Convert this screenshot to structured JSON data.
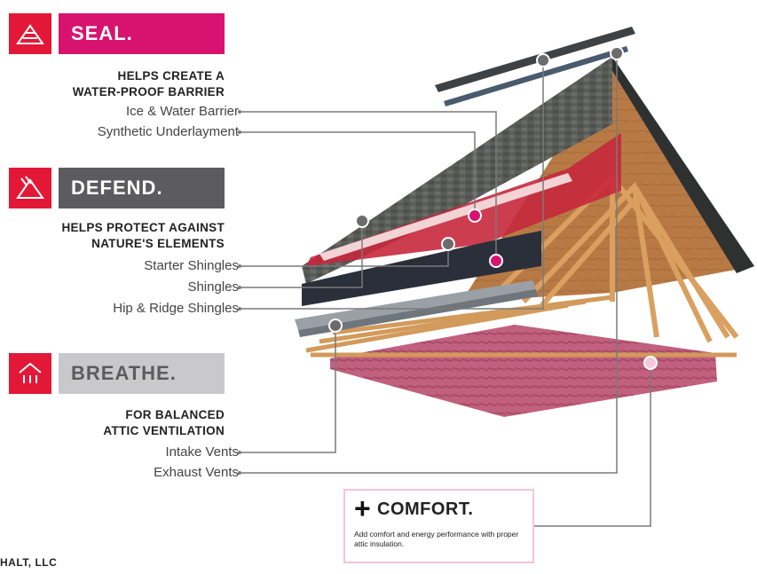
{
  "sections": {
    "seal": {
      "banner": "SEAL.",
      "heading_line1": "HELPS CREATE A",
      "heading_line2": "WATER-PROOF BARRIER",
      "items": [
        "Ice & Water Barrier",
        "Synthetic Underlayment"
      ]
    },
    "defend": {
      "banner": "DEFEND.",
      "heading_line1": "HELPS PROTECT AGAINST",
      "heading_line2": "NATURE'S ELEMENTS",
      "items": [
        "Starter Shingles",
        "Shingles",
        "Hip & Ridge Shingles"
      ]
    },
    "breathe": {
      "banner": "BREATHE.",
      "heading_line1": "FOR BALANCED",
      "heading_line2": "ATTIC VENTILATION",
      "items": [
        "Intake Vents",
        "Exhaust Vents"
      ]
    }
  },
  "comfort": {
    "title": "COMFORT.",
    "description": "Add comfort and energy performance with proper attic insulation."
  },
  "footer": "HALT, LLC",
  "colors": {
    "seal": "#d8136f",
    "defend": "#5c5b5f",
    "breathe": "#c9c9cb",
    "accent_red": "#e31837",
    "marker_magenta": "#d8136f",
    "marker_gray": "#6b6b6b",
    "marker_pink": "#f6c6dc"
  },
  "icons": {
    "seal": "shingle-seal-icon",
    "defend": "shingle-defend-icon",
    "breathe": "ventilation-icon",
    "comfort": "plus-icon"
  }
}
